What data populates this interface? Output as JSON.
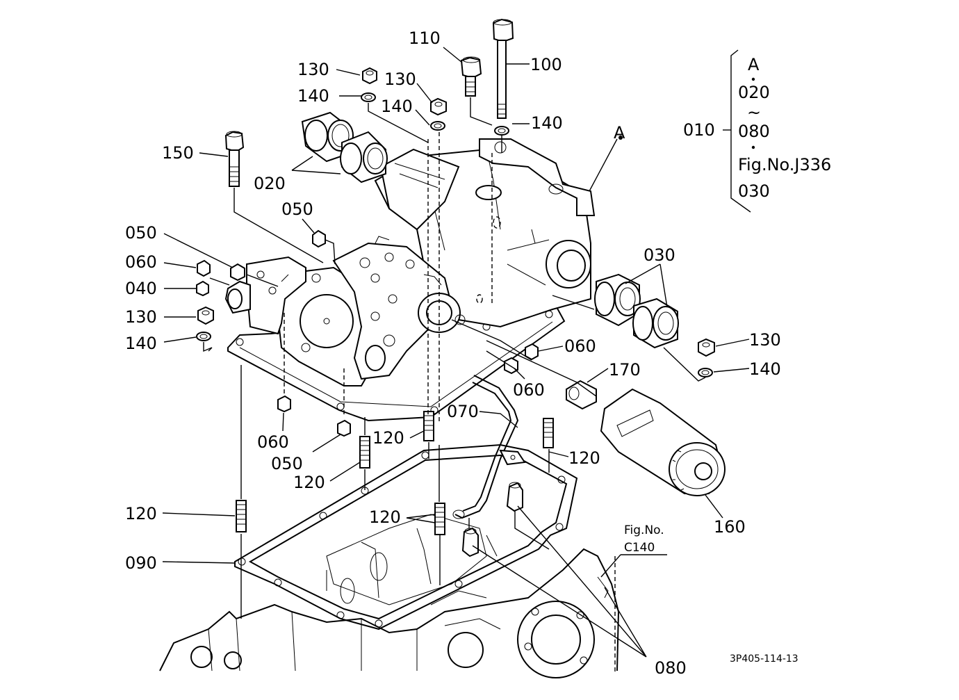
{
  "callouts": {
    "c110": "110",
    "c100": "100",
    "c130a": "130",
    "c140a": "140",
    "c130b": "130",
    "c140b": "140",
    "c140c": "140",
    "c150": "150",
    "c020": "020",
    "c050a": "050",
    "c050b": "050",
    "c060a": "060",
    "c040": "040",
    "c130c": "130",
    "c140d": "140",
    "c030": "030",
    "c130d": "130",
    "c140e": "140",
    "c060b": "060",
    "c060c": "060",
    "c170": "170",
    "c070": "070",
    "c120a": "120",
    "c120b": "120",
    "c060d": "060",
    "c050c": "050",
    "c120c": "120",
    "c120d": "120",
    "c120e": "120",
    "c160": "160",
    "c090": "090",
    "c080": "080",
    "cA": "A"
  },
  "group_note": {
    "main": "010",
    "letter": "A",
    "first": "020",
    "range_mark": "~",
    "last": "080",
    "fig_ref": "Fig.No.J336",
    "extra": "030"
  },
  "fig_ref": {
    "line1": "Fig.No.",
    "line2": "C140"
  },
  "drawing_number": "3P405-114-13"
}
